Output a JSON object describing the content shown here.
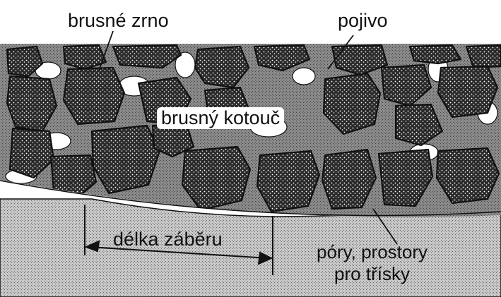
{
  "labels": {
    "abrasive_grain": "brusné zrno",
    "binder": "pojivo",
    "grinding_wheel": "brusný kotouč",
    "contact_length": "délka záběru",
    "pores_line1": "póry, prostory",
    "pores_line2": "pro třísky"
  },
  "colors": {
    "ink": "#111111",
    "grain_fill": "#1a1a1a",
    "binder_fill": "#7a7a7a",
    "workpiece_fill": "#9a9a9a",
    "background": "#ffffff"
  }
}
